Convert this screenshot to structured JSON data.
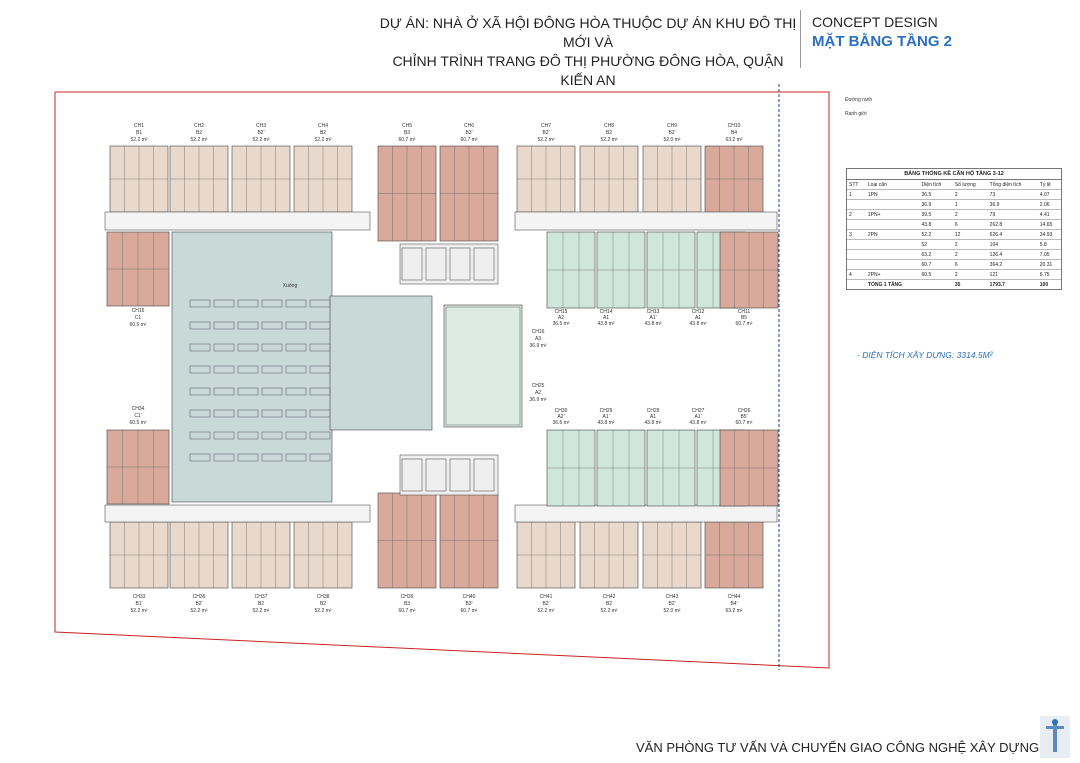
{
  "header": {
    "title_line1": "DỰ ÁN: NHÀ Ở XÃ HỘI ĐÔNG HÒA THUỘC DỰ ÁN KHU ĐÔ THỊ MỚI VÀ",
    "title_line2": "CHỈNH TRÌNH TRANG ĐÔ THỊ PHƯỜNG ĐÔNG HÒA, QUẬN KIẾN AN",
    "concept": "CONCEPT DESIGN",
    "floor": "MẶT BẰNG TẦNG 2"
  },
  "stats_table": {
    "title": "BẢNG THỐNG KÊ CĂN HỘ TẦNG 3-12",
    "headers": [
      "STT",
      "Loại căn",
      "Diện tích",
      "Số lượng",
      "Tổng diện tích",
      "Tỷ lệ"
    ],
    "rows": [
      [
        "1",
        "1PN",
        "36.5",
        "2",
        "73",
        "4.07"
      ],
      [
        "",
        "",
        "36.9",
        "1",
        "36.9",
        "2.06"
      ],
      [
        "2",
        "1PN+",
        "39.5",
        "2",
        "79",
        "4.41"
      ],
      [
        "",
        "",
        "43.8",
        "6",
        "262.8",
        "14.65"
      ],
      [
        "3",
        "2PN",
        "52.2",
        "12",
        "626.4",
        "34.93"
      ],
      [
        "",
        "",
        "52",
        "2",
        "104",
        "5.8"
      ],
      [
        "",
        "",
        "63.2",
        "2",
        "126.4",
        "7.05"
      ],
      [
        "",
        "",
        "60.7",
        "6",
        "364.2",
        "20.31"
      ],
      [
        "4",
        "2PN+",
        "60.5",
        "2",
        "121",
        "6.75"
      ]
    ],
    "total": [
      "",
      "TỔNG 1 TẦNG",
      "",
      "35",
      "1793.7",
      "100"
    ]
  },
  "area_note": "- DIỆN TÍCH XÂY DỰNG: 3314.5M²",
  "footer": "VĂN PHÒNG TƯ VẤN VÀ CHUYỂN GIAO CÔNG NGHỆ XÂY DỰNG",
  "plan": {
    "parking_label": "Xuống",
    "boundary_labels": [
      "Đường ranh",
      "Ranh giới"
    ],
    "top_units": [
      {
        "code": "CH1",
        "type": "B1",
        "area": "52.2 m²"
      },
      {
        "code": "CH2",
        "type": "B2",
        "area": "52.2 m²"
      },
      {
        "code": "CH3",
        "type": "B2'",
        "area": "52.2 m²"
      },
      {
        "code": "CH4",
        "type": "B2",
        "area": "52.2 m²"
      },
      {
        "code": "CH5",
        "type": "B3",
        "area": "60.7 m²"
      },
      {
        "code": "CH6",
        "type": "B3'",
        "area": "60.7 m²"
      },
      {
        "code": "CH7",
        "type": "B2'",
        "area": "52.2 m²"
      },
      {
        "code": "CH8",
        "type": "B2",
        "area": "52.2 m²"
      },
      {
        "code": "CH9",
        "type": "B2'",
        "area": "52.0 m²"
      },
      {
        "code": "CH10",
        "type": "B4",
        "area": "63.2 m²"
      }
    ],
    "bottom_units": [
      {
        "code": "CH33",
        "type": "B1'",
        "area": "52.2 m²"
      },
      {
        "code": "CH36",
        "type": "B2'",
        "area": "52.2 m²"
      },
      {
        "code": "CH37",
        "type": "B2",
        "area": "52.2 m²"
      },
      {
        "code": "CH38",
        "type": "B2",
        "area": "52.2 m²"
      },
      {
        "code": "CH39",
        "type": "B3",
        "area": "60.7 m²"
      },
      {
        "code": "CH40",
        "type": "B3'",
        "area": "60.7 m²"
      },
      {
        "code": "CH41",
        "type": "B2'",
        "area": "52.2 m²"
      },
      {
        "code": "CH42",
        "type": "B2",
        "area": "52.2 m²"
      },
      {
        "code": "CH43",
        "type": "B2'",
        "area": "52.0 m²"
      },
      {
        "code": "CH44",
        "type": "B4'",
        "area": "63.2 m²"
      }
    ],
    "mid_upper_units": [
      {
        "code": "CH15",
        "type": "A2",
        "area": "36.5 m²"
      },
      {
        "code": "CH14",
        "type": "A1",
        "area": "43.8 m²"
      },
      {
        "code": "CH13",
        "type": "A1'",
        "area": "43.8 m²"
      },
      {
        "code": "CH12",
        "type": "A1",
        "area": "43.8 m²"
      },
      {
        "code": "CH11",
        "type": "B5",
        "area": "60.7 m²"
      }
    ],
    "mid_lower_units": [
      {
        "code": "CH30",
        "type": "A2'",
        "area": "36.5 m²"
      },
      {
        "code": "CH29",
        "type": "A1'",
        "area": "43.8 m²"
      },
      {
        "code": "CH28",
        "type": "A1",
        "area": "43.8 m²"
      },
      {
        "code": "CH27",
        "type": "A1'",
        "area": "43.8 m²"
      },
      {
        "code": "CH26",
        "type": "B5'",
        "area": "60.7 m²"
      }
    ],
    "core_units": [
      {
        "code": "CH16",
        "type": "A3",
        "area": "36.9 m²"
      },
      {
        "code": "CH25",
        "type": "A2",
        "area": "36.9 m²"
      }
    ],
    "left_units": [
      {
        "code": "CH16",
        "type": "C1",
        "area": "60.5 m²"
      },
      {
        "code": "CH34",
        "type": "C1'",
        "area": "60.5 m²"
      }
    ],
    "colors": {
      "parking": "#c9d9d8",
      "wing_room": "#e9d9cc",
      "corner_unit": "#d9aa9c",
      "mint_unit": "#cfe6dc",
      "boundary": "#cc2222",
      "setback": "#1f3f99"
    }
  }
}
